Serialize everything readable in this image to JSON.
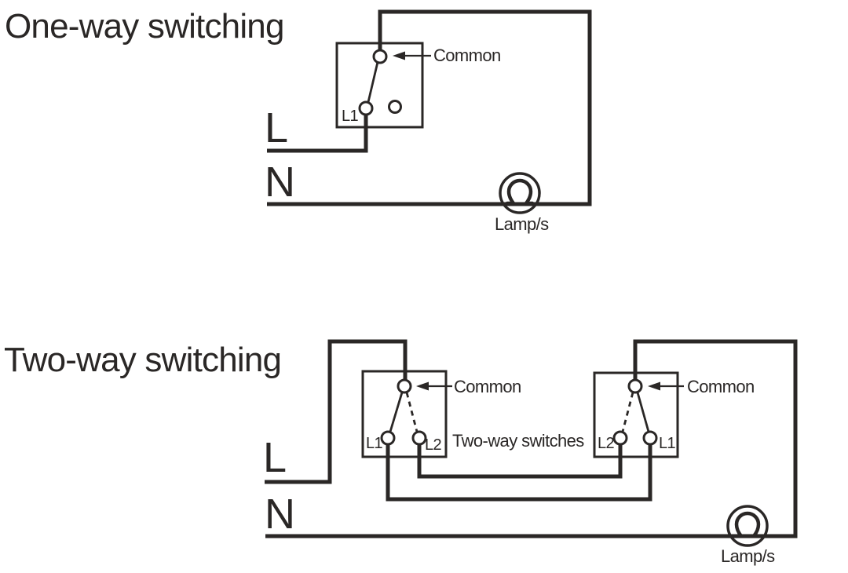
{
  "colors": {
    "line": "#2a2726",
    "text": "#2a2726",
    "background": "#ffffff"
  },
  "one_way": {
    "title": "One-way switching",
    "live_label": "L",
    "neutral_label": "N",
    "switch": {
      "common_label": "Common",
      "l1_label": "L1"
    },
    "lamp_label": "Lamp/s"
  },
  "two_way": {
    "title": "Two-way switching",
    "live_label": "L",
    "neutral_label": "N",
    "note": "Two-way switches",
    "switch1": {
      "common_label": "Common",
      "left_label": "L1",
      "right_label": "L2"
    },
    "switch2": {
      "common_label": "Common",
      "left_label": "L2",
      "right_label": "L1"
    },
    "lamp_label": "Lamp/s"
  }
}
